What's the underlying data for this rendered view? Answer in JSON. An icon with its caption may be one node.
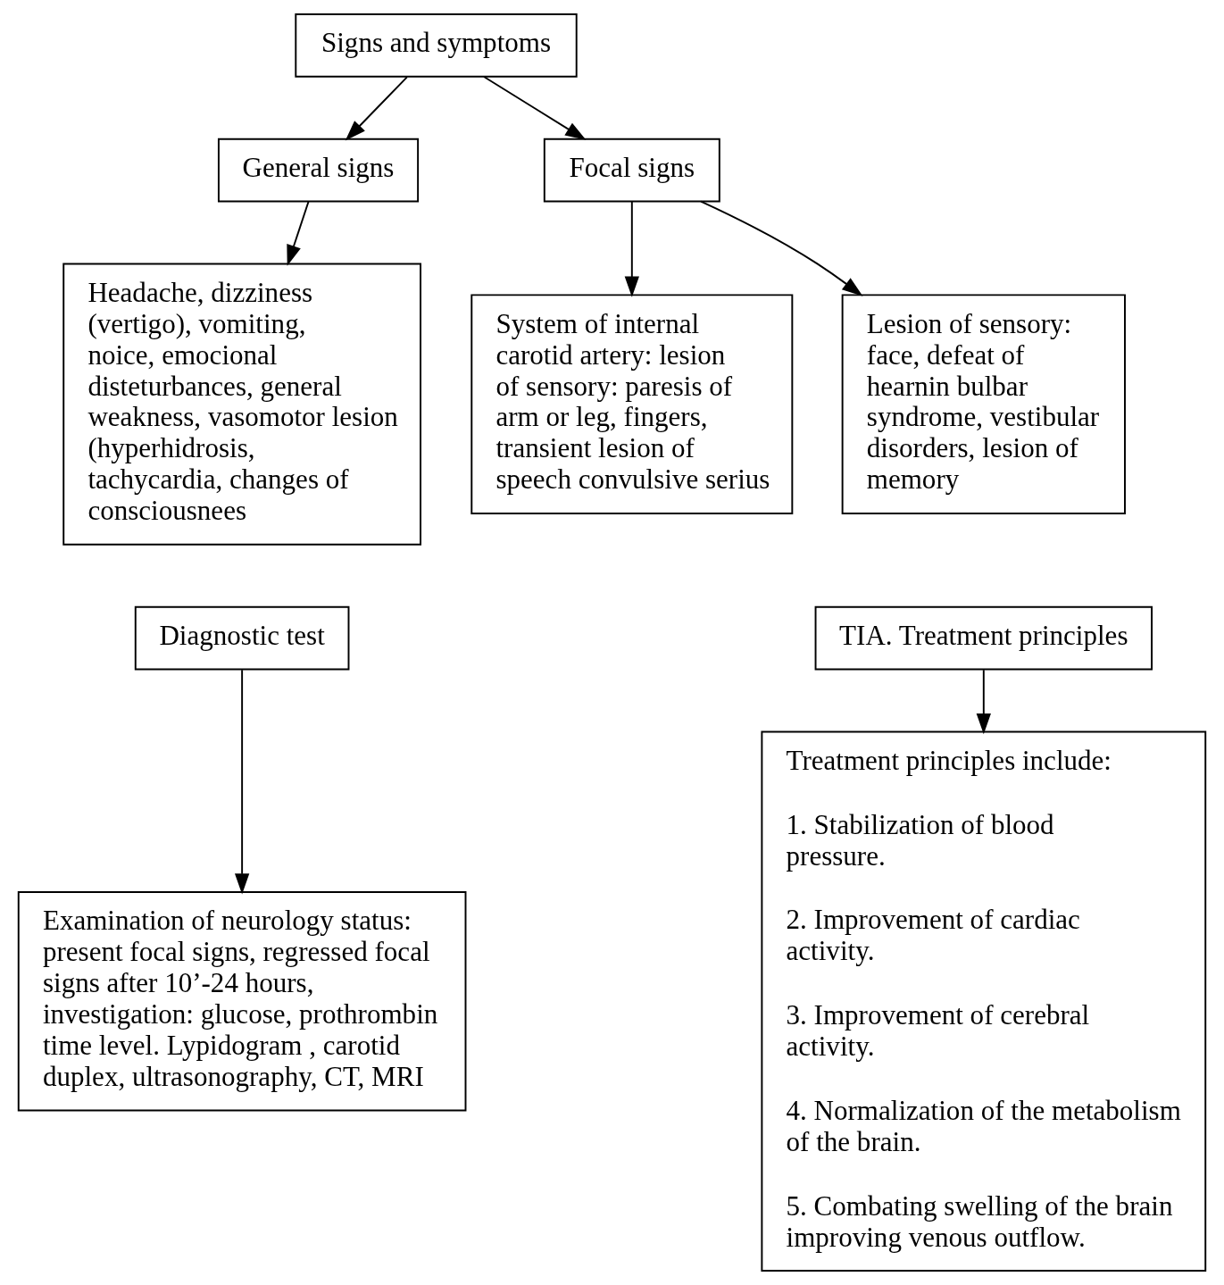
{
  "diagram": {
    "nodes": [
      {
        "text": [
          "Signs and symptoms"
        ]
      },
      {
        "text": [
          "General signs"
        ]
      },
      {
        "text": [
          "Focal signs"
        ]
      },
      {
        "text": [
          "Headache, dizziness (vertigo), vomiting, noice, emocional disteturbances, general weakness, vasomotor lesion (hyperhidrosis, tachycardia, changes of consciousnees"
        ]
      },
      {
        "text": [
          "System of internal carotid artery: lesion of sensory: paresis of arm or leg, fingers, transient lesion of speech convulsive serius"
        ]
      },
      {
        "text": [
          "Lesion of sensory: face, defeat of hearnin bulbar syndrome, vestibular disorders, lesion of memory"
        ]
      },
      {
        "text": [
          "Diagnostic test"
        ]
      },
      {
        "text": [
          "Examination of neurology status: present focal signs, regressed focal signs after 10’-24 hours, investigation: glucose, prothrombin time level. Lypidogram , carotid duplex, ultrasonography, CT, MRI"
        ]
      },
      {
        "text": [
          "TIA. Treatment principles"
        ]
      },
      {
        "text": [
          "Treatment principles include:",
          "1. Stabilization of blood pressure.",
          "2. Improvement of cardiac activity.",
          "3. Improvement of cerebral activity.",
          "4. Normalization of the metabolism of the brain.",
          "5. Combating swelling of the brain improving venous outflow."
        ]
      }
    ],
    "edges": [
      {
        "from": 0,
        "to": 1,
        "arrow": "to"
      },
      {
        "from": 0,
        "to": 2,
        "arrow": "to"
      },
      {
        "from": 1,
        "to": 3,
        "arrow": "to"
      },
      {
        "from": 2,
        "to": 4,
        "arrow": "to"
      },
      {
        "from": 2,
        "to": 5,
        "arrow": "to"
      },
      {
        "from": 6,
        "to": 7,
        "arrow": "to"
      },
      {
        "from": 8,
        "to": 9,
        "arrow": "to"
      }
    ]
  }
}
